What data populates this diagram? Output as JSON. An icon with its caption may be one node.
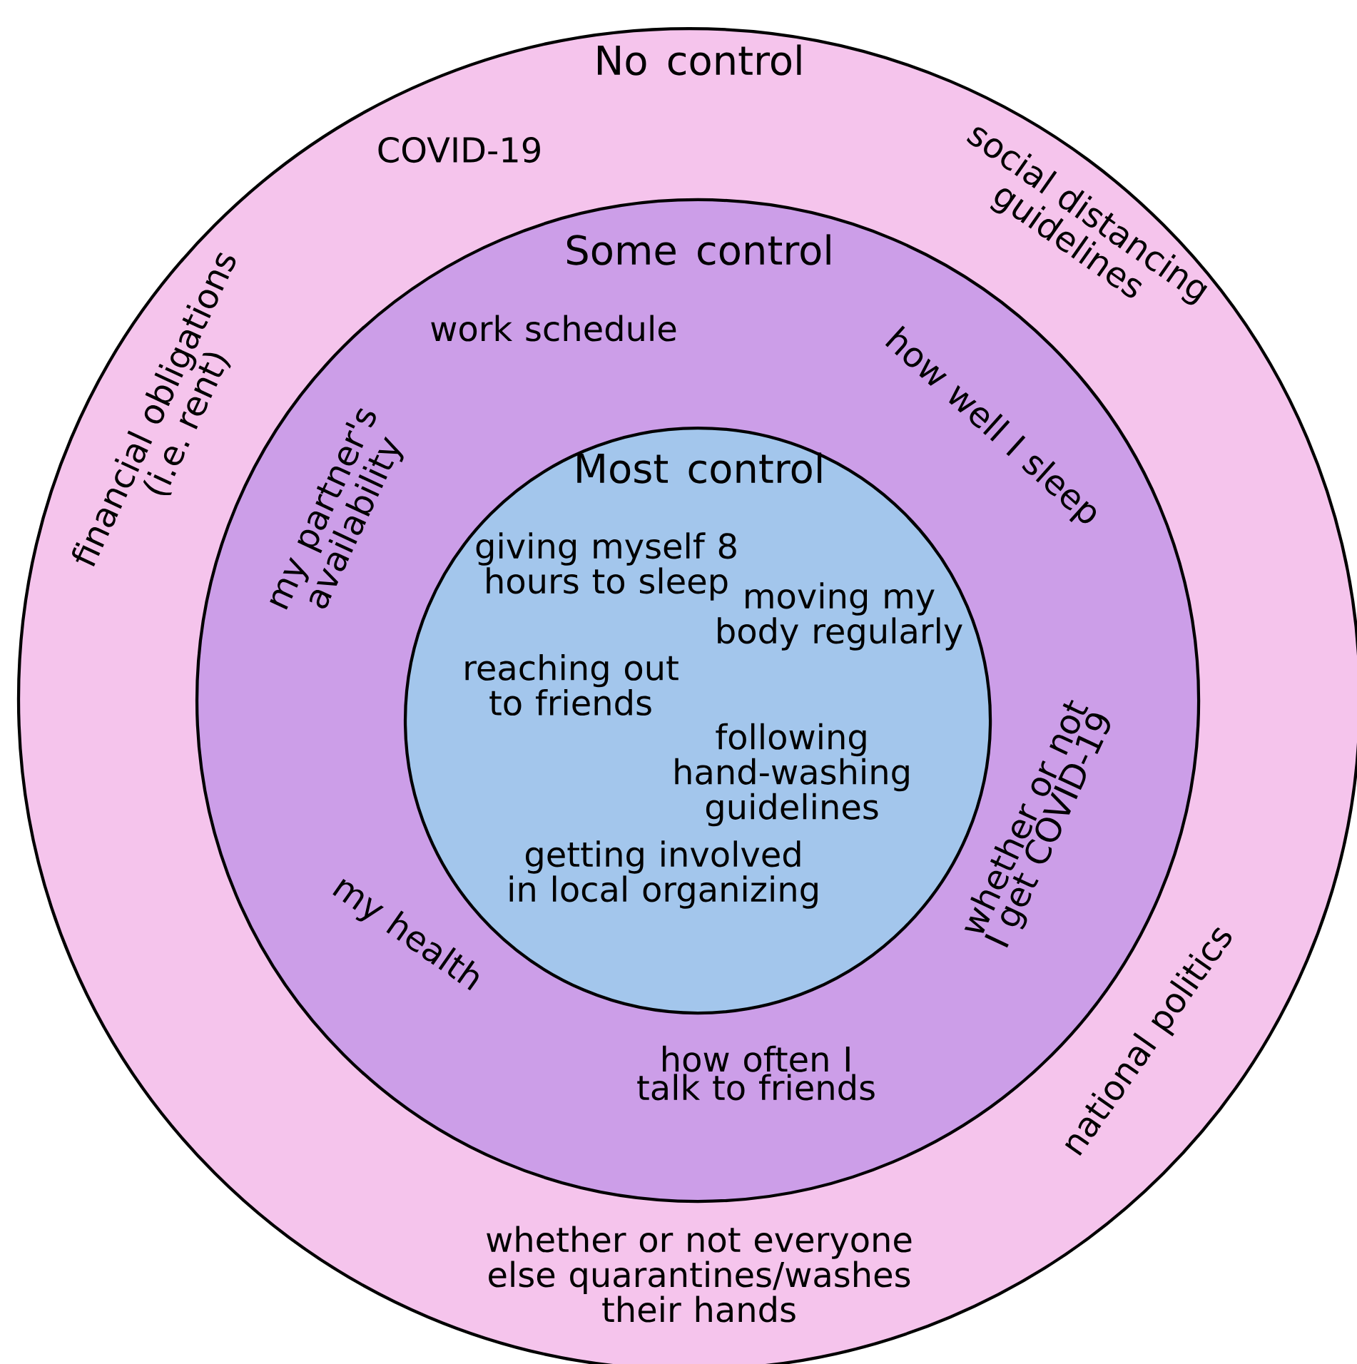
{
  "diagram": {
    "nodes": [
      {
        "text": [
          "No control",
          "COVID-19",
          "social distancing guidelines",
          "financial obligations (i.e. rent)",
          "national politics",
          "whether or not everyone else quarantines/washes their hands"
        ]
      },
      {
        "text": [
          "Some control",
          "work schedule",
          "how well I sleep",
          "my partner's availability",
          "whether or not I get COVID-19",
          "my health",
          "how often I talk to friends"
        ],
        "in": 0
      },
      {
        "text": [
          "Most control",
          "giving myself 8 hours to sleep",
          "moving my body regularly",
          "reaching out to friends",
          "following hand-washing guidelines",
          "getting involved in local organizing"
        ],
        "in": 1
      }
    ]
  }
}
